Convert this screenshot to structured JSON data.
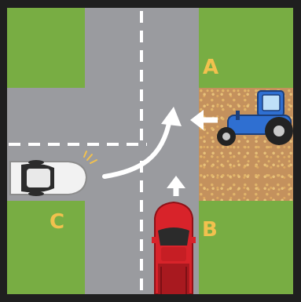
{
  "labels": {
    "a": "A",
    "b": "B",
    "c": "C"
  },
  "colors": {
    "grass": "#78ad43",
    "road": "#9a9b9f",
    "field": "#c4915d",
    "label": "#f2c14e",
    "tractor": "#2f6fd1",
    "red_truck": "#d8232a",
    "white_car": "#f2f2f2"
  },
  "icons": [
    "turn-arrow-icon",
    "left-arrow-icon",
    "up-arrow-icon",
    "turn-signal-icon"
  ]
}
